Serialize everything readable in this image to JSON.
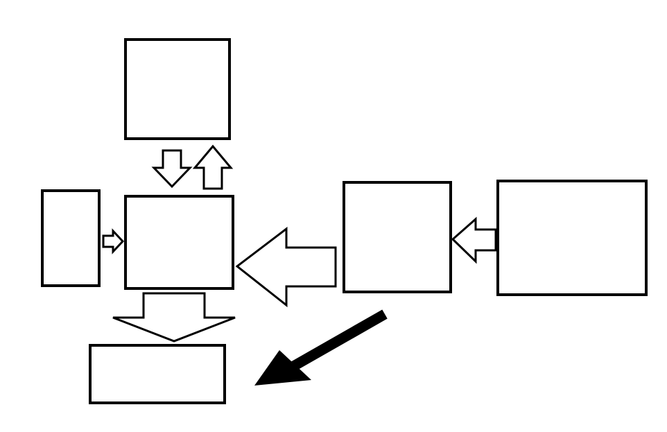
{
  "diagram": {
    "type": "flow-diagram",
    "background": "#ffffff",
    "stroke_color": "#000000",
    "fill_color": "#ffffff",
    "arrow_solid_color": "#000000",
    "boxes": [
      {
        "name": "top-box",
        "label": ""
      },
      {
        "name": "left-box",
        "label": ""
      },
      {
        "name": "center-box",
        "label": ""
      },
      {
        "name": "right-middle-box",
        "label": ""
      },
      {
        "name": "far-right-box",
        "label": ""
      },
      {
        "name": "bottom-box",
        "label": ""
      }
    ],
    "connections": [
      {
        "name": "down-arrow-top-to-center",
        "from": "top-box",
        "to": "center-box",
        "style": "outline"
      },
      {
        "name": "up-arrow-center-to-top",
        "from": "center-box",
        "to": "top-box",
        "style": "outline"
      },
      {
        "name": "right-arrow-left-to-center",
        "from": "left-box",
        "to": "center-box",
        "style": "outline"
      },
      {
        "name": "left-arrow-right-middle-to-center",
        "from": "right-middle-box",
        "to": "center-box",
        "style": "outline"
      },
      {
        "name": "left-arrow-far-right-to-right-middle",
        "from": "far-right-box",
        "to": "right-middle-box",
        "style": "outline"
      },
      {
        "name": "down-arrow-center-to-bottom",
        "from": "center-box",
        "to": "bottom-box",
        "style": "outline"
      },
      {
        "name": "diagonal-arrow-to-bottom",
        "from": "right-middle-box",
        "to": "bottom-box",
        "style": "solid"
      }
    ]
  }
}
